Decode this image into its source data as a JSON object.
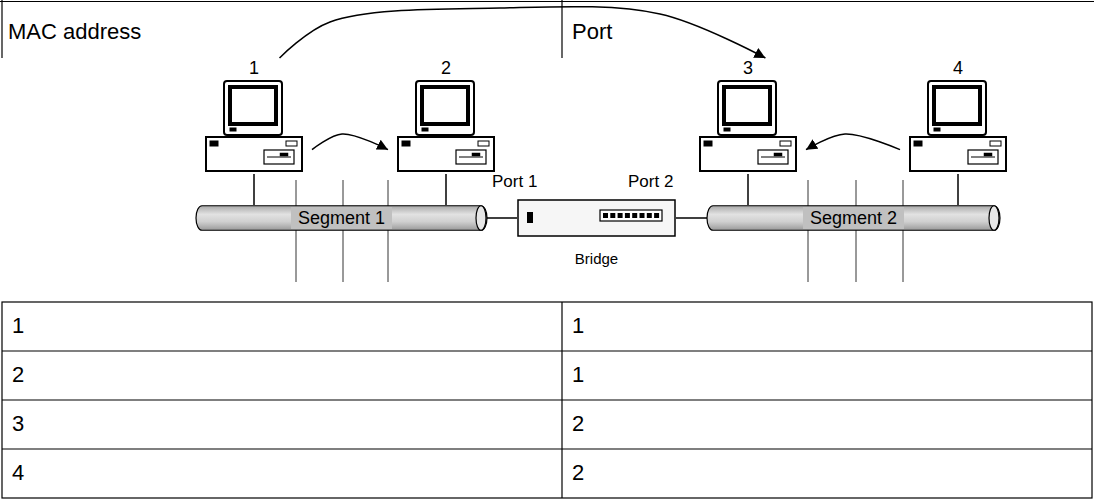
{
  "diagram": {
    "nodes": [
      {
        "text": [
          "1"
        ]
      },
      {
        "text": [
          "2"
        ]
      },
      {
        "text": [
          "3"
        ]
      },
      {
        "text": [
          "4"
        ]
      },
      {
        "text": [
          "Segment 1"
        ]
      },
      {
        "text": [
          "Bridge"
        ]
      },
      {
        "text": [
          "Segment 2"
        ]
      }
    ],
    "edges": [
      {
        "from": 0,
        "to": 1,
        "arrow": "to"
      },
      {
        "from": 0,
        "to": 2,
        "arrow": "to"
      },
      {
        "from": 3,
        "to": 2,
        "arrow": "to"
      },
      {
        "from": 0,
        "to": 4,
        "arrow": "none"
      },
      {
        "from": 1,
        "to": 4,
        "arrow": "none"
      },
      {
        "from": 4,
        "to": 5,
        "arrow": "none"
      },
      {
        "from": 5,
        "to": 6,
        "arrow": "none"
      },
      {
        "from": 2,
        "to": 6,
        "arrow": "none"
      },
      {
        "from": 3,
        "to": 6,
        "arrow": "none"
      }
    ],
    "labels": [
      "MAC address",
      "Port",
      "Port 1",
      "Port 2",
      "1",
      "1",
      "2",
      "1",
      "3",
      "2",
      "4",
      "2"
    ]
  }
}
